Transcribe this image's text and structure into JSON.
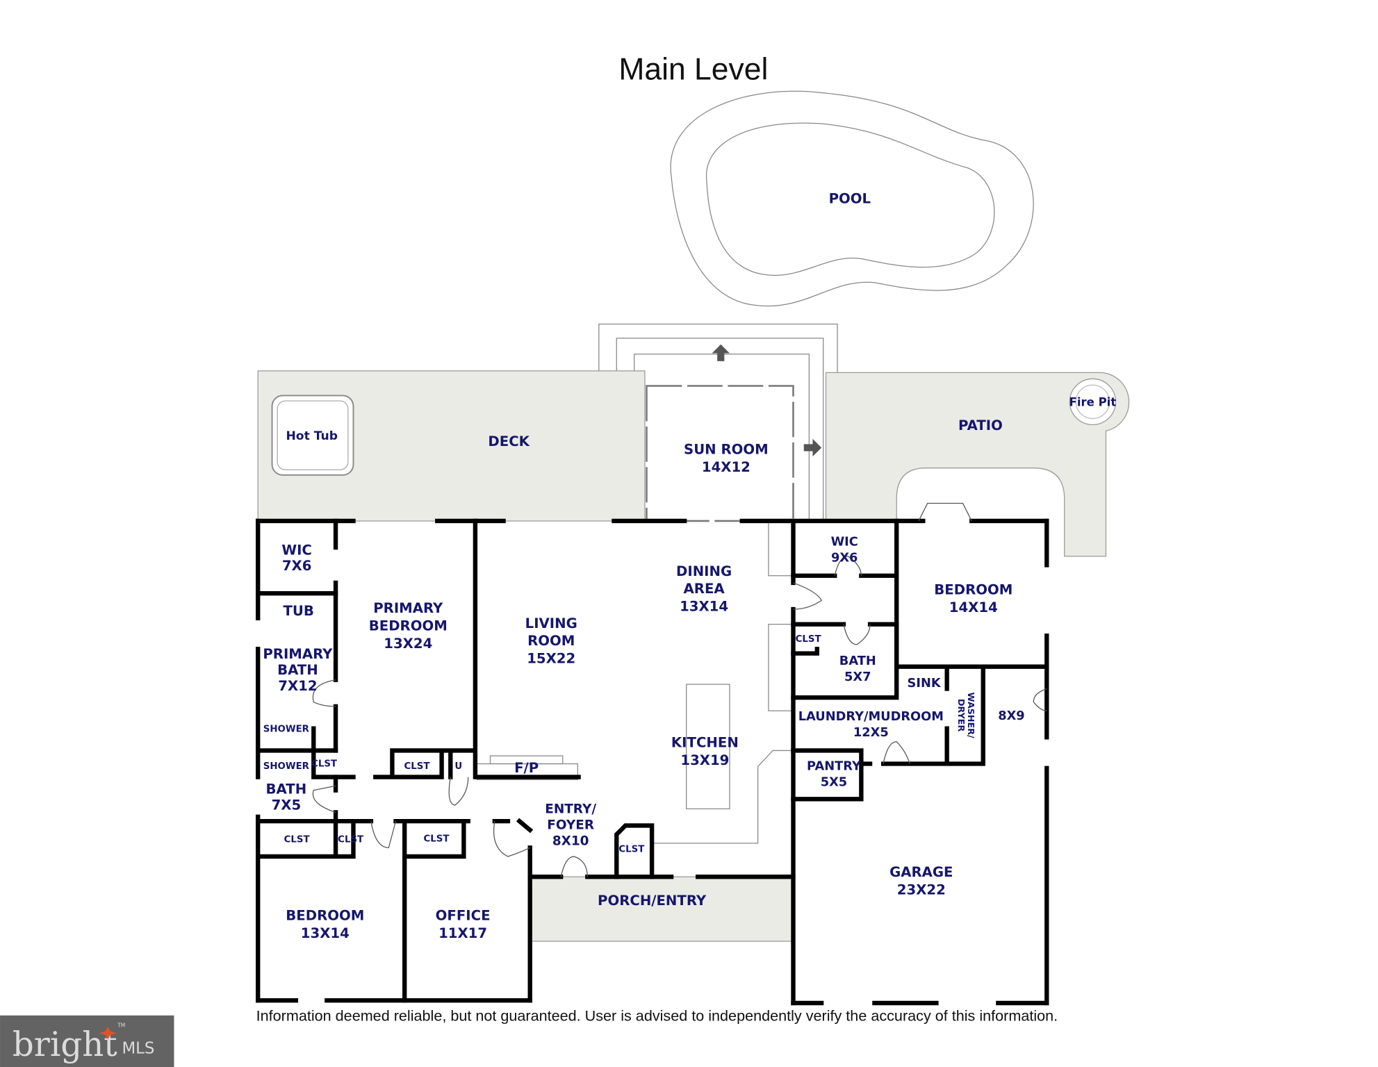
{
  "title": "Main Level",
  "disclaimer": "Information deemed reliable, but not guaranteed.  User is advised to independently verify the accuracy of this information.",
  "logo": {
    "text": "bright",
    "suffix": "MLS",
    "tm": "TM",
    "bg": "#636363",
    "accent": "#e0522a"
  },
  "colors": {
    "label": "#15166b",
    "outdoor": "#ebebe6",
    "wall": "#000000"
  },
  "exterior": {
    "pool": "POOL",
    "deck": "DECK",
    "patio": "PATIO",
    "hot_tub": "Hot Tub",
    "fire_pit": "Fire Pit",
    "porch": "PORCH/ENTRY"
  },
  "rooms": {
    "sun_room": [
      "SUN ROOM",
      "14X12"
    ],
    "wic_primary": [
      "WIC",
      "7X6"
    ],
    "tub": "TUB",
    "primary_bath": [
      "PRIMARY",
      "BATH",
      "7X12"
    ],
    "shower1": "SHOWER",
    "shower2": "SHOWER",
    "primary_bedroom": [
      "PRIMARY",
      "BEDROOM",
      "13X24"
    ],
    "living_room": [
      "LIVING",
      "ROOM",
      "15X22"
    ],
    "dining_area": [
      "DINING",
      "AREA",
      "13X14"
    ],
    "kitchen": [
      "KITCHEN",
      "13X19"
    ],
    "fireplace": "F/P",
    "utility": "U",
    "closet": "CLST",
    "bath_hall": [
      "BATH",
      "7X5"
    ],
    "bedroom_sw": [
      "BEDROOM",
      "13X14"
    ],
    "office": [
      "OFFICE",
      "11X17"
    ],
    "entry_foyer": [
      "ENTRY/",
      "FOYER",
      "8X10"
    ],
    "wic_east": [
      "WIC",
      "9X6"
    ],
    "bedroom_east": [
      "BEDROOM",
      "14X14"
    ],
    "bath_east": [
      "BATH",
      "5X7"
    ],
    "sink": "SINK",
    "washer_dryer": [
      "WASHER/",
      "DRYER"
    ],
    "laundry": [
      "LAUNDRY/MUDROOM",
      "12X5"
    ],
    "storage": "8X9",
    "pantry": [
      "PANTRY",
      "5X5"
    ],
    "garage": [
      "GARAGE",
      "23X22"
    ]
  }
}
